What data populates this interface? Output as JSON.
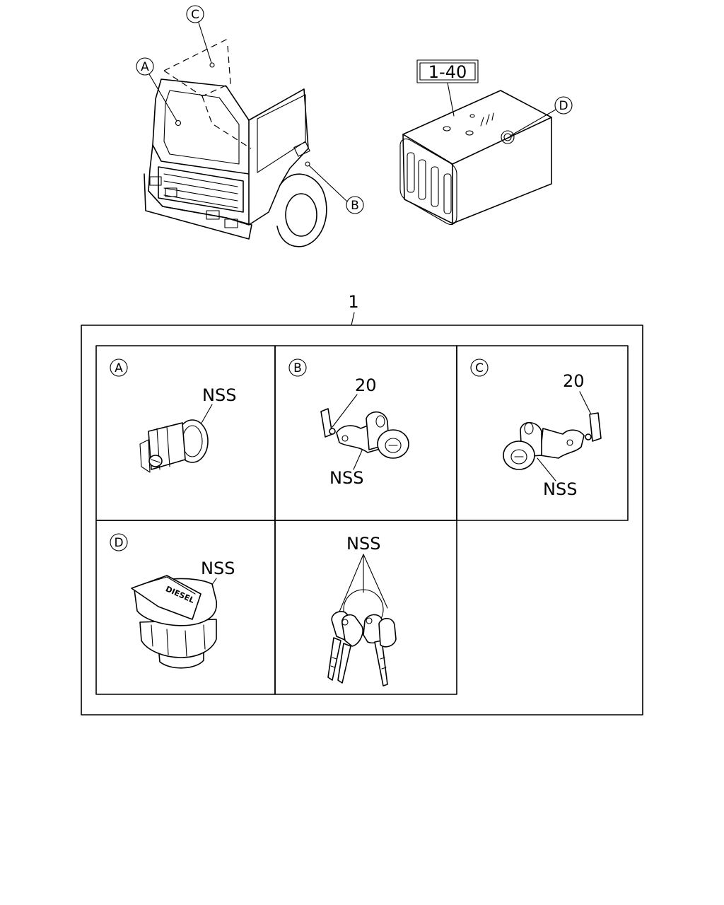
{
  "callouts": {
    "A": "A",
    "B": "B",
    "C": "C",
    "D": "D"
  },
  "ref_box": "1-40",
  "item_number": "1",
  "panels": {
    "A": {
      "letter": "A",
      "part": "NSS"
    },
    "B": {
      "letter": "B",
      "part": "NSS",
      "number": "20"
    },
    "C": {
      "letter": "C",
      "part": "NSS",
      "number": "20"
    },
    "D": {
      "letter": "D",
      "part": "NSS",
      "cap_text": "DIESEL"
    },
    "E": {
      "part": "NSS"
    }
  }
}
